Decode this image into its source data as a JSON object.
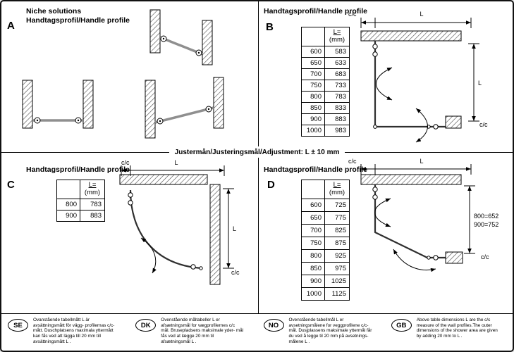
{
  "divider": {
    "label": "Justermån/Justeringsmål/Adjustment: L ± 10 mm"
  },
  "sections": {
    "a": {
      "letter": "A",
      "title1": "Niche solutions",
      "title2": "Handtagsprofil/Handle profile"
    },
    "b": {
      "letter": "B",
      "title": "Handtagsprofil/Handle profile",
      "table": {
        "header": "L=",
        "unit": "(mm)",
        "rows": [
          {
            "size": "600",
            "l": "583"
          },
          {
            "size": "650",
            "l": "633"
          },
          {
            "size": "700",
            "l": "683"
          },
          {
            "size": "750",
            "l": "733"
          },
          {
            "size": "800",
            "l": "783"
          },
          {
            "size": "850",
            "l": "833"
          },
          {
            "size": "900",
            "l": "883"
          },
          {
            "size": "1000",
            "l": "983"
          }
        ]
      },
      "labels": {
        "cc_top": "c/c",
        "l_top": "L",
        "l_right": "L",
        "cc_right": "c/c"
      }
    },
    "c": {
      "letter": "C",
      "title": "Handtagsprofil/Handle profile",
      "table": {
        "header": "L=",
        "unit": "(mm)",
        "rows": [
          {
            "size": "800",
            "l": "783"
          },
          {
            "size": "900",
            "l": "883"
          }
        ]
      },
      "labels": {
        "cc_top": "c/c",
        "l_top": "L",
        "l_right": "L",
        "cc_right": "c/c"
      }
    },
    "d": {
      "letter": "D",
      "title": "Handtagsprofil/Handle profile",
      "table": {
        "header": "L=",
        "unit": "(mm)",
        "rows": [
          {
            "size": "600",
            "l": "725"
          },
          {
            "size": "650",
            "l": "775"
          },
          {
            "size": "700",
            "l": "825"
          },
          {
            "size": "750",
            "l": "875"
          },
          {
            "size": "800",
            "l": "925"
          },
          {
            "size": "850",
            "l": "975"
          },
          {
            "size": "900",
            "l": "1025"
          },
          {
            "size": "1000",
            "l": "1125"
          }
        ]
      },
      "labels": {
        "cc_top": "c/c",
        "l_top": "L",
        "note1": "800=652",
        "note2": "900=752",
        "cc_right": "c/c"
      }
    }
  },
  "footer": {
    "items": [
      {
        "code": "SE",
        "text": "Ovanstående tabellmått L är avsättningsmått för vägg- profilernas c/c-mått. Duschplatsens maximala yttermått kan fås ved att lägga till 20 mm till avsättningsmått L ."
      },
      {
        "code": "DK",
        "text": "Ovenstående måltabeller L er afsætningsmål for vægprofilernes c/c mål. Brusepladsens maksimale yder- mål fås ved at lægge 20 mm til afsætningsmål L ."
      },
      {
        "code": "NO",
        "text": "Ovenstående tabellmål L er avsetningsmålene for veggprofilene c/c- mål. Dusjplassens maksimale yttermål får du ved å legge til 20 mm på avsetnings-målene L ."
      },
      {
        "code": "GB",
        "text": "Above table dimensions L are the c/c measure of the wall profiles.The outer dimensions of the shower area are given by adding 20 mm to L ."
      }
    ]
  }
}
